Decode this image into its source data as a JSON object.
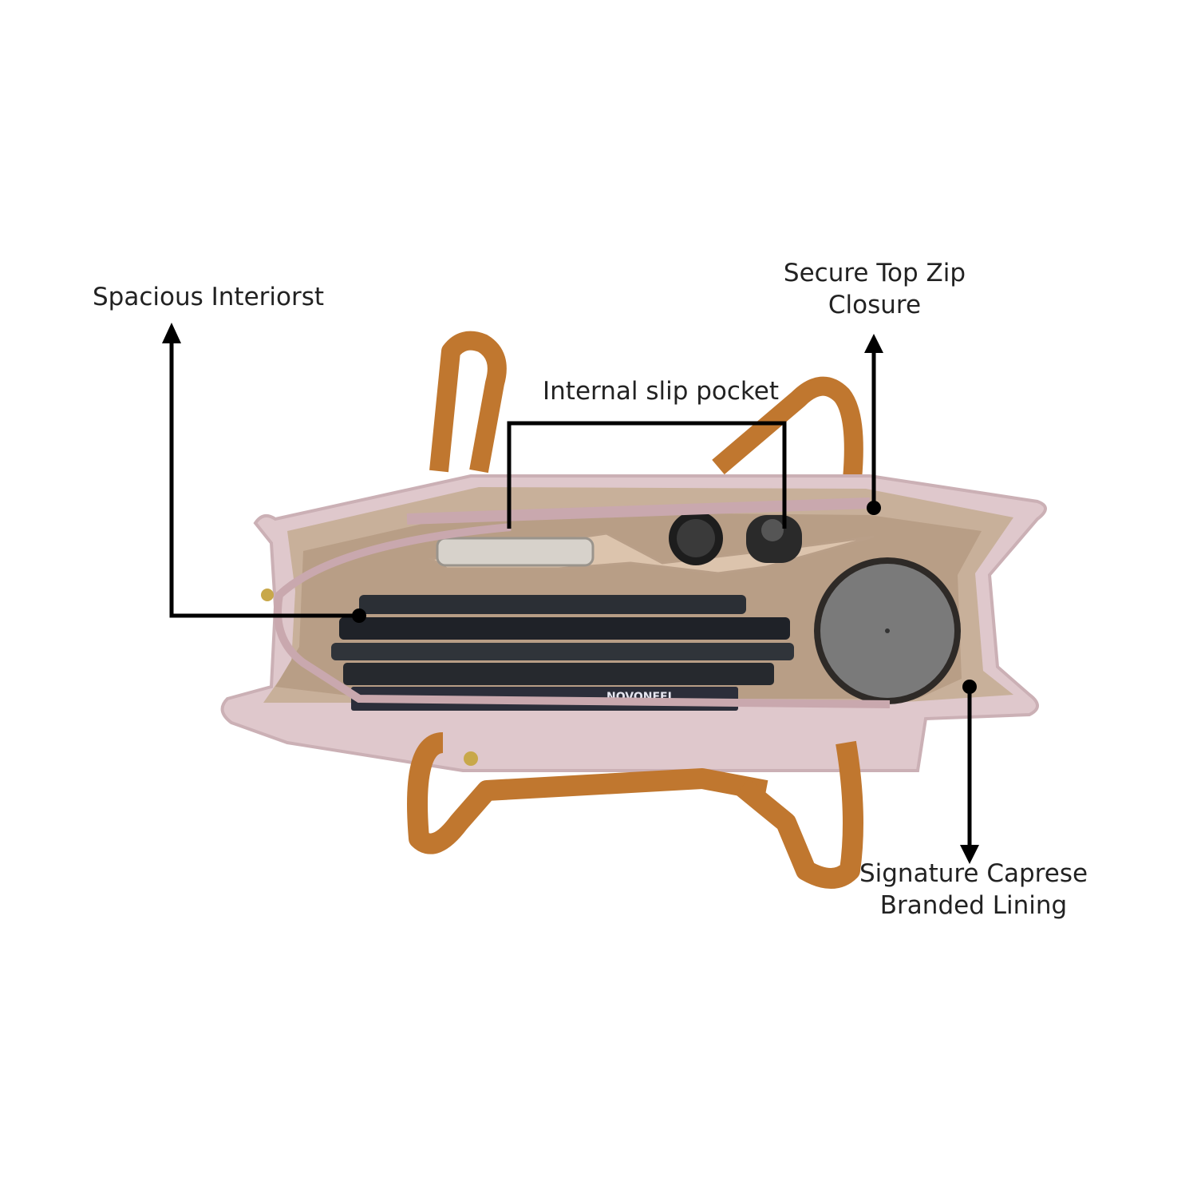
{
  "annotations": {
    "spacious_interior": "Spacious Interiorst",
    "top_zip": [
      "Secure Top Zip",
      "Closure"
    ],
    "slip_pocket": "Internal slip pocket",
    "lining": [
      "Signature Caprese",
      "Branded Lining"
    ]
  },
  "book_cover_text": "NOVONEEL",
  "colors": {
    "background": "#ffffff",
    "bag_body": "#dfc8cc",
    "handle": "#c0772f",
    "lining": "#c8b09a",
    "arrows": "#000000"
  }
}
